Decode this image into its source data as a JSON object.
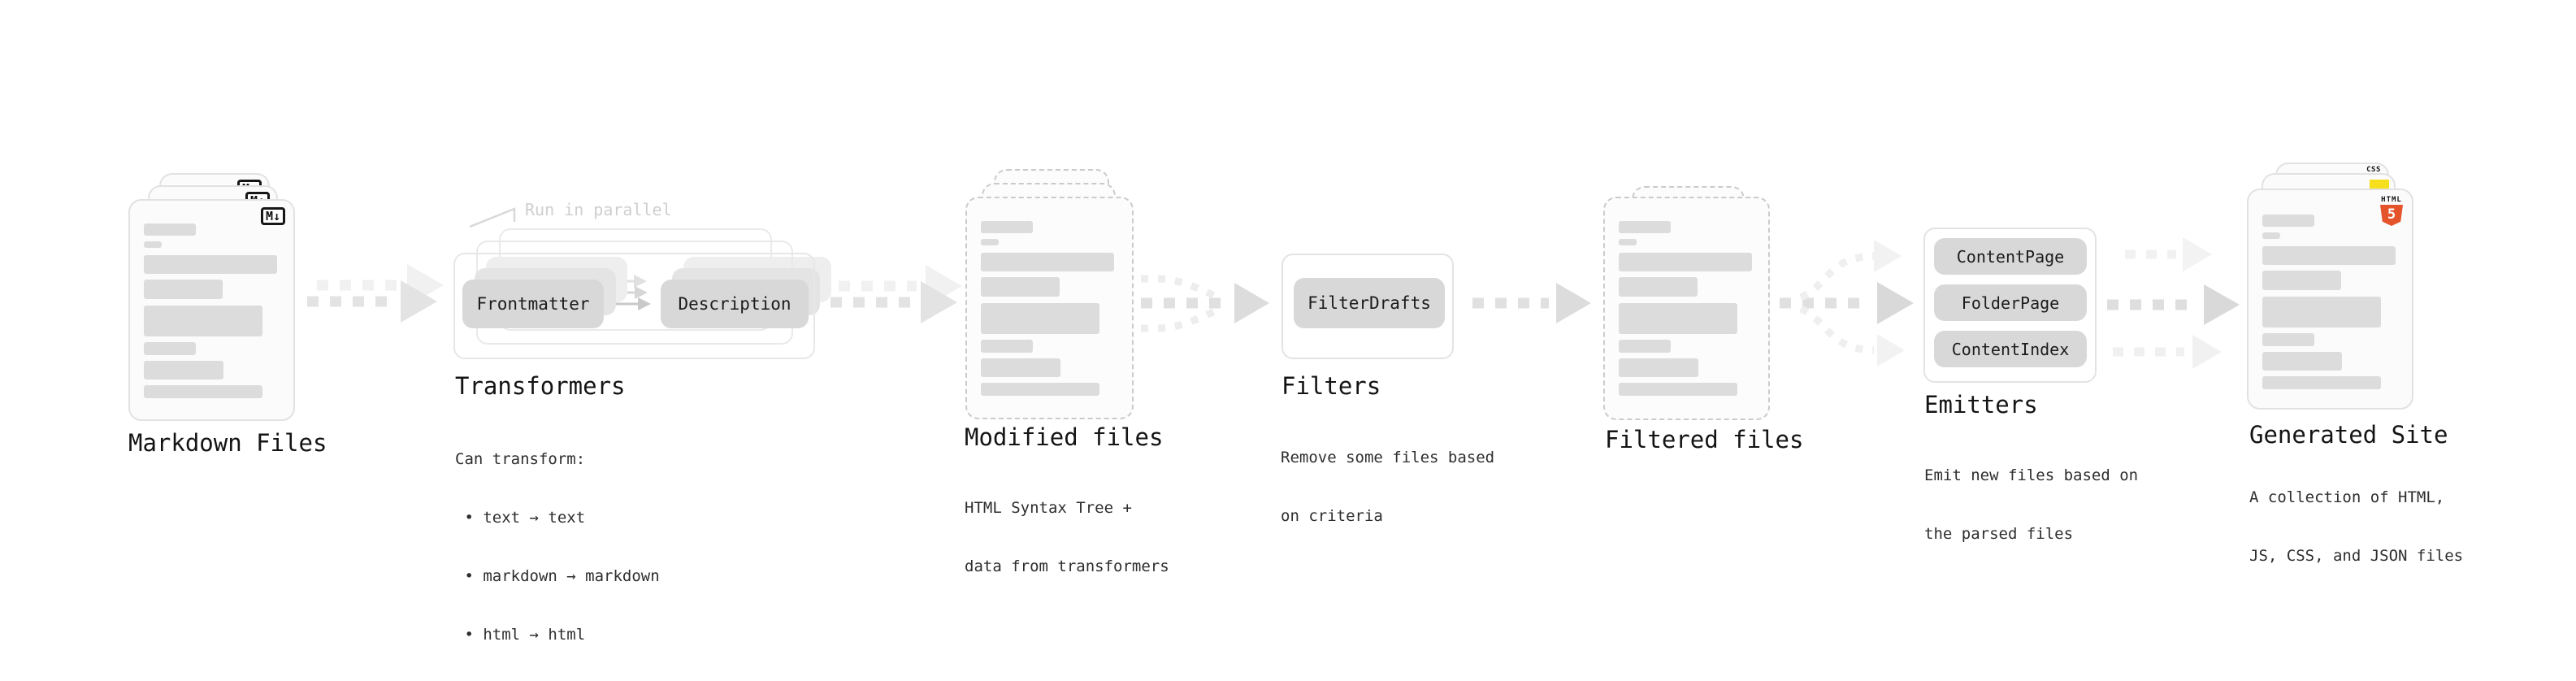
{
  "stages": {
    "markdown_files": {
      "label": "Markdown Files",
      "badge": "M↓"
    },
    "transformers": {
      "label": "Transformers",
      "callout": "Run in parallel",
      "pills": {
        "from": "Frontmatter",
        "to": "Description"
      },
      "description": [
        "Can transform:",
        " • text → text",
        " • markdown → markdown",
        " • html → html"
      ]
    },
    "modified_files": {
      "label": "Modified files",
      "description": [
        "HTML Syntax Tree +",
        "data from transformers"
      ]
    },
    "filters": {
      "label": "Filters",
      "pill": "FilterDrafts",
      "description": [
        "Remove some files based",
        "on criteria"
      ]
    },
    "filtered_files": {
      "label": "Filtered files"
    },
    "emitters": {
      "label": "Emitters",
      "pills": [
        "ContentPage",
        "FolderPage",
        "ContentIndex"
      ],
      "description": [
        "Emit new files based on",
        "the parsed files"
      ]
    },
    "generated_site": {
      "label": "Generated Site",
      "badges": {
        "html_word": "HTML",
        "html_number": "5",
        "css_word": "CSS"
      },
      "description": [
        "A collection of HTML,",
        "JS, CSS, and JSON files"
      ]
    }
  },
  "colors": {
    "background": "#ffffff",
    "card_fill": "#fbfbfb",
    "card_border": "#e2e2e2",
    "card_border_dashed": "#cbcbcb",
    "placeholder_bar": "#dcdcdc",
    "pill_fill": "#d8d8d8",
    "arrow_main": "#e0e0e0",
    "arrow_light": "#f1f1f1",
    "arrow_dark": "#d9d9d9",
    "heading_text": "#141414",
    "body_text": "#2e2e2e",
    "muted_text": "#cfcfcf",
    "html5_orange": "#e5532a",
    "js_yellow": "#f6df1d",
    "css_blue": "#2f6df6"
  }
}
